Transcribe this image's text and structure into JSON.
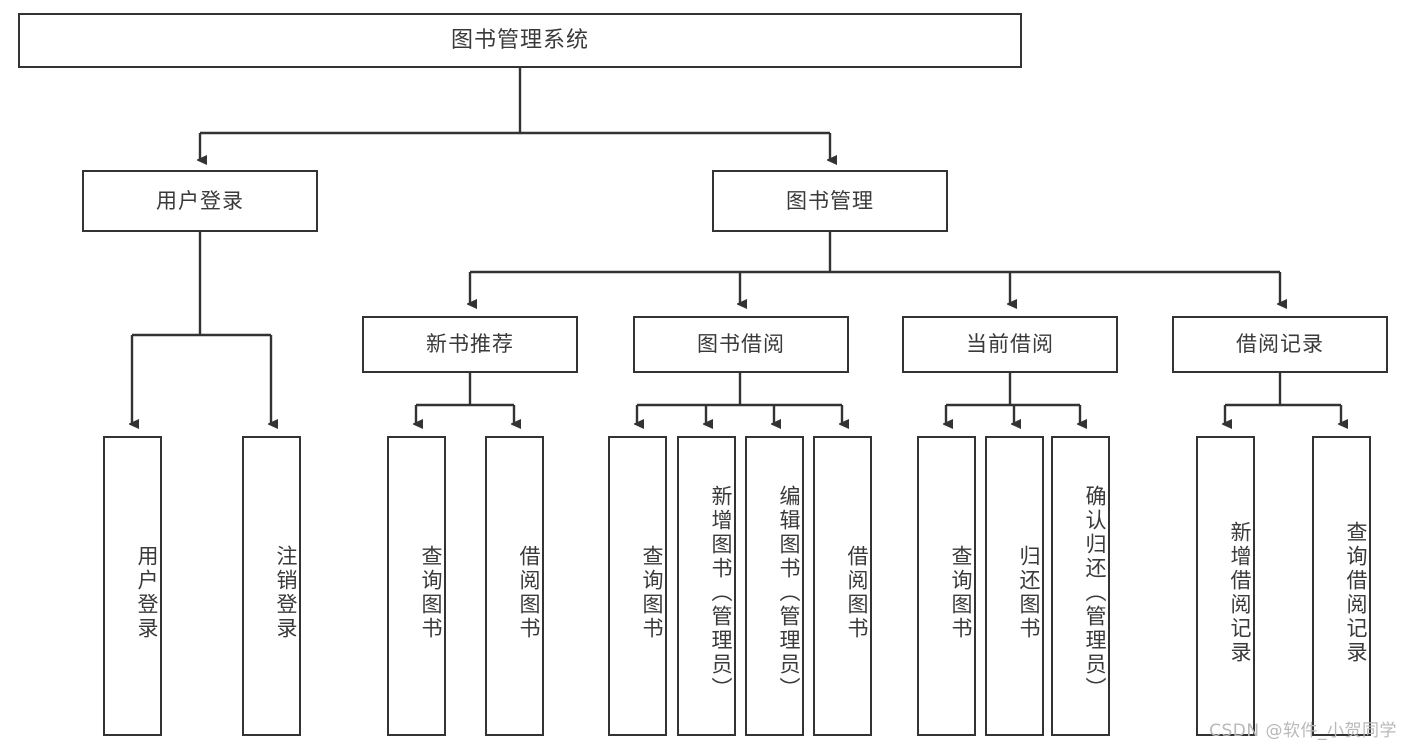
{
  "diagram": {
    "type": "tree",
    "title": "图书管理系统",
    "watermark": "CSDN @软件_小贺同学",
    "colors": {
      "box_border": "#333333",
      "box_fill": "#ffffff",
      "connector": "#333333",
      "text": "#3a3a3a",
      "watermark": "#b9b9b9"
    },
    "nodes": {
      "root": {
        "label": "图书管理系统"
      },
      "level1": [
        {
          "id": "user-login",
          "label": "用户登录"
        },
        {
          "id": "book-manage",
          "label": "图书管理"
        }
      ],
      "level2": [
        {
          "id": "new-book-recommend",
          "label": "新书推荐"
        },
        {
          "id": "book-borrow",
          "label": "图书借阅"
        },
        {
          "id": "current-borrow",
          "label": "当前借阅"
        },
        {
          "id": "borrow-record",
          "label": "借阅记录"
        }
      ],
      "leaves": {
        "user_login": [
          {
            "id": "leaf-user-login",
            "label": "用户登录"
          },
          {
            "id": "leaf-logout-login",
            "label": "注销登录"
          }
        ],
        "new_book_recommend": [
          {
            "id": "leaf-query-book-1",
            "label": "查询图书"
          },
          {
            "id": "leaf-borrow-book-1",
            "label": "借阅图书"
          }
        ],
        "book_borrow": [
          {
            "id": "leaf-query-book-2",
            "label": "查询图书"
          },
          {
            "id": "leaf-add-book",
            "label": "新增图书（管理员）"
          },
          {
            "id": "leaf-edit-book",
            "label": "编辑图书（管理员）"
          },
          {
            "id": "leaf-borrow-book-2",
            "label": "借阅图书"
          }
        ],
        "current_borrow": [
          {
            "id": "leaf-query-book-3",
            "label": "查询图书"
          },
          {
            "id": "leaf-return-book",
            "label": "归还图书"
          },
          {
            "id": "leaf-confirm-return",
            "label": "确认归还（管理员）"
          }
        ],
        "borrow_record": [
          {
            "id": "leaf-add-borrow-record",
            "label": "新增借阅记录"
          },
          {
            "id": "leaf-query-borrow-record",
            "label": "查询借阅记录"
          }
        ]
      }
    }
  }
}
